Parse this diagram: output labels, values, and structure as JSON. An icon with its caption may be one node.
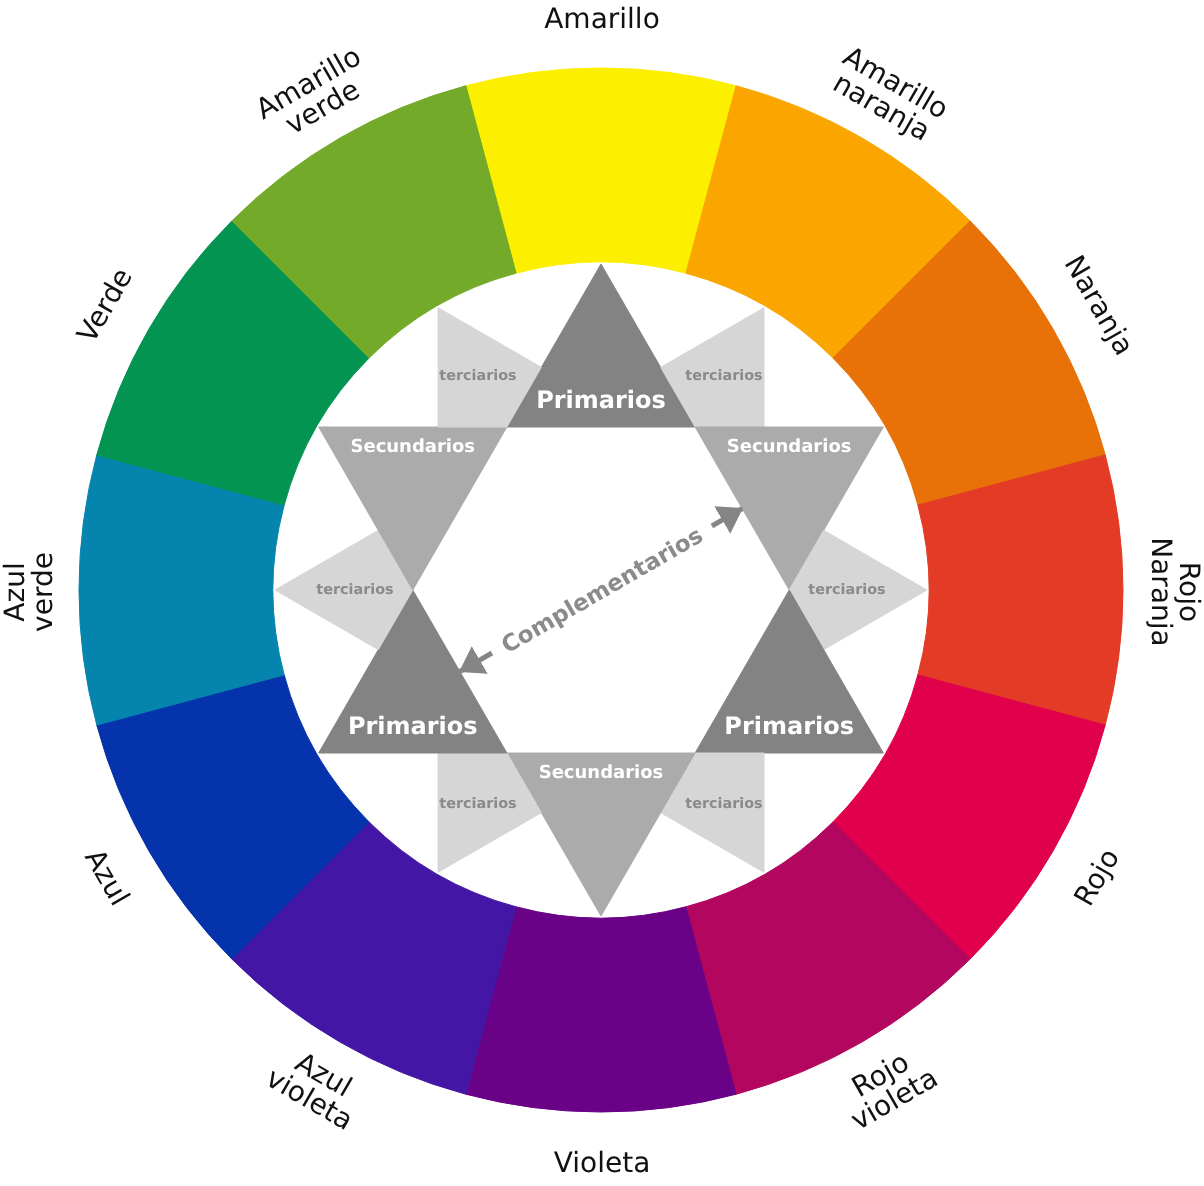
{
  "diagram": {
    "nodes": [
      {
        "text": [],
        "shape": "wedge",
        "beside": [
          "Amarillo"
        ]
      },
      {
        "text": [],
        "shape": "wedge",
        "beside": [
          "Amarillo naranja"
        ]
      },
      {
        "text": [],
        "shape": "wedge",
        "beside": [
          "Naranja"
        ]
      },
      {
        "text": [],
        "shape": "wedge",
        "beside": [
          "Rojo Naranja"
        ]
      },
      {
        "text": [],
        "shape": "wedge",
        "beside": [
          "Rojo"
        ]
      },
      {
        "text": [],
        "shape": "wedge",
        "beside": [
          "Rojo violeta"
        ]
      },
      {
        "text": [],
        "shape": "wedge",
        "beside": [
          "Violeta"
        ]
      },
      {
        "text": [],
        "shape": "wedge",
        "beside": [
          "Azul violeta"
        ]
      },
      {
        "text": [],
        "shape": "wedge",
        "beside": [
          "Azul"
        ]
      },
      {
        "text": [],
        "shape": "wedge",
        "beside": [
          "Azul verde"
        ]
      },
      {
        "text": [],
        "shape": "wedge",
        "beside": [
          "Verde"
        ]
      },
      {
        "text": [],
        "shape": "wedge",
        "beside": [
          "Amarillo verde"
        ]
      },
      {
        "text": [
          "Primarios"
        ]
      },
      {
        "text": [
          "terciarios"
        ]
      },
      {
        "text": [
          "Secundarios"
        ]
      },
      {
        "text": [
          "terciarios"
        ]
      },
      {
        "text": [
          "Primarios"
        ]
      },
      {
        "text": [
          "terciarios"
        ]
      },
      {
        "text": [
          "Secundarios"
        ]
      },
      {
        "text": [
          "terciarios"
        ]
      },
      {
        "text": [
          "Primarios"
        ]
      },
      {
        "text": [
          "terciarios"
        ]
      },
      {
        "text": [
          "Secundarios"
        ]
      },
      {
        "text": [
          "terciarios"
        ]
      }
    ],
    "edges": [
      {
        "from": 20,
        "to": 14,
        "arrow": "both",
        "label": "Complementarios"
      }
    ]
  }
}
